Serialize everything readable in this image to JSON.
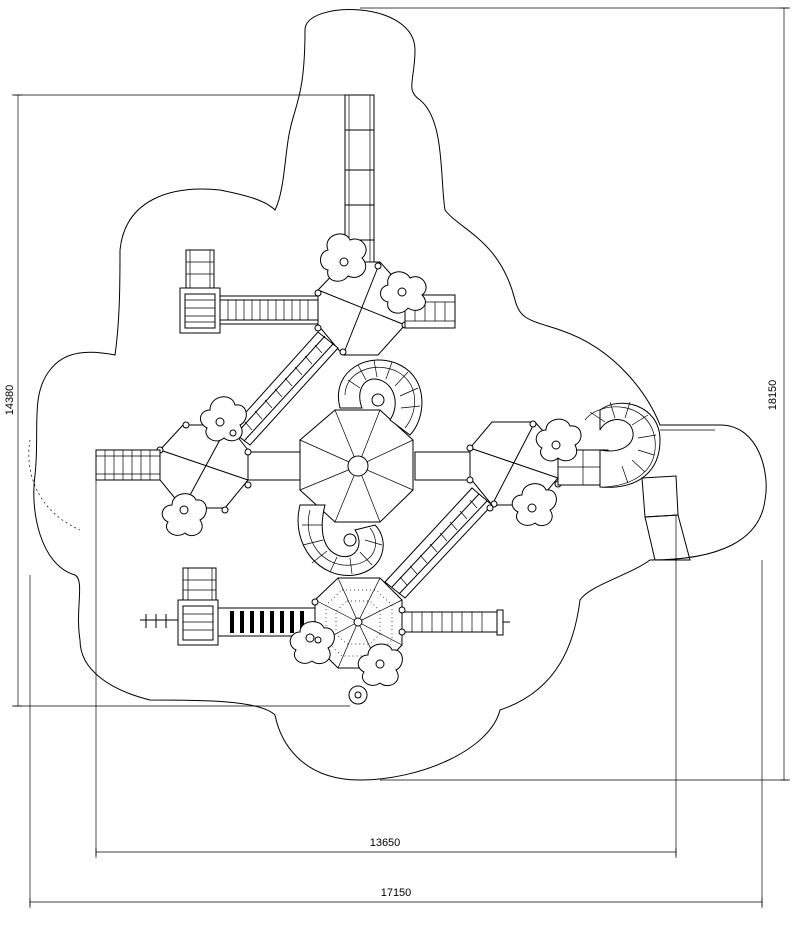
{
  "drawing": {
    "dimensions": {
      "inner_width": "13650",
      "outer_width": "17150",
      "inner_height": "14380",
      "outer_height": "18150"
    }
  }
}
